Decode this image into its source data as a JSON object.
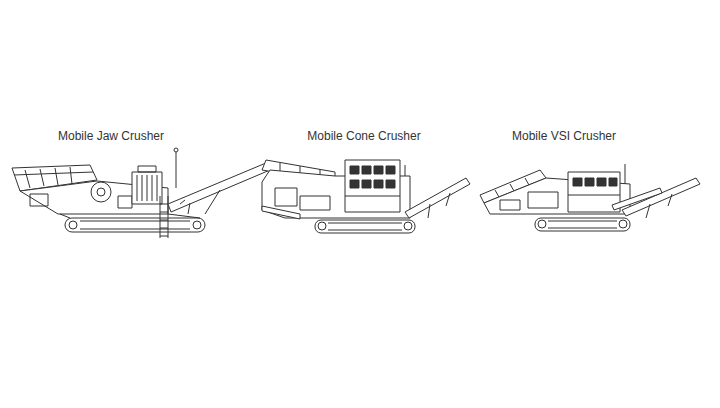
{
  "diagram": {
    "labels": [
      "Mobile Jaw Crusher",
      "Mobile Cone Crusher",
      "Mobile VSI Crusher"
    ]
  }
}
